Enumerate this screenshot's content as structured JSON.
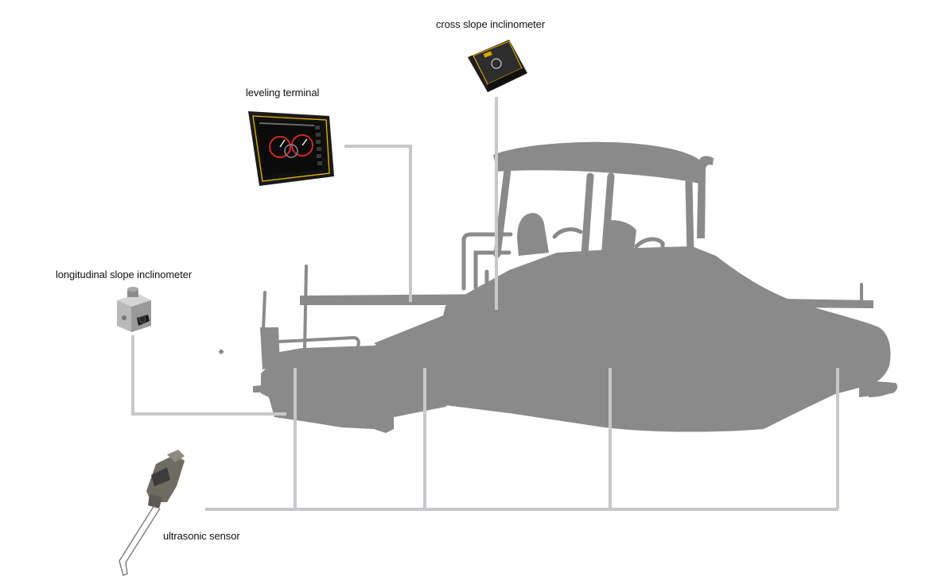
{
  "labels": {
    "cross_slope": "cross slope inclinometer",
    "leveling_terminal": "leveling terminal",
    "longitudinal_slope": "longitudinal slope inclinometer",
    "ultrasonic_sensor": "ultrasonic sensor"
  },
  "colors": {
    "machine": "#8a8a8a",
    "connection_line": "#c8c8cc",
    "terminal_accent": "#e8b400",
    "device_body": "#2a2a2a"
  }
}
